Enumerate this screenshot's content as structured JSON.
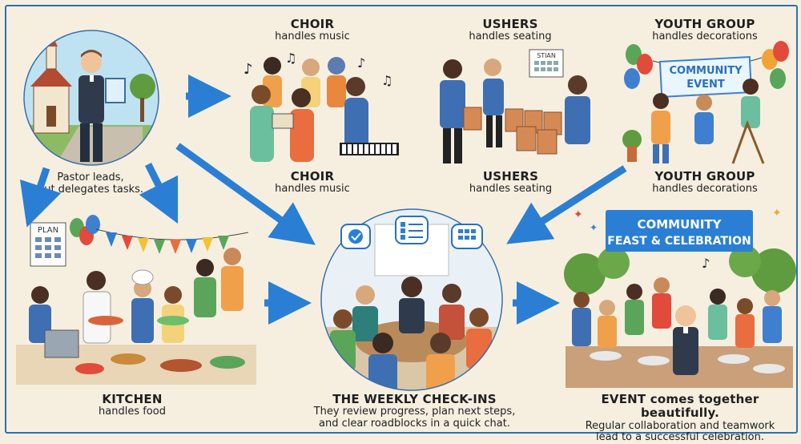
{
  "groups": {
    "choir": {
      "title": "CHOIR",
      "subtitle": "handles music"
    },
    "ushers": {
      "title": "USHERS",
      "subtitle": "handles seating"
    },
    "youth": {
      "title": "YOUTH GROUP",
      "subtitle": "handles decorations"
    },
    "kitchen": {
      "title": "KITCHEN",
      "subtitle": "handles food"
    }
  },
  "pastor": {
    "caption_line1": "Pastor leads,",
    "caption_line2": "but delegates tasks."
  },
  "checkins": {
    "title": "THE WEEKLY CHECK-INS",
    "line1": "They review progress, plan next steps,",
    "line2": "and clear roadblocks in a quick chat."
  },
  "event": {
    "title": "EVENT comes together beautifully.",
    "line1": "Regular collaboration and teamwork",
    "line2": "lead to a successful celebration.",
    "banner_line1": "COMMUNITY",
    "banner_line2": "FEAST & CELEBRATION"
  },
  "youth_banner": {
    "line1": "COMMUNITY",
    "line2": "EVENT"
  },
  "ushers_sign": "STIAN",
  "kitchen_sign": "PLAN",
  "colors": {
    "arrow": "#2a7fd4",
    "frame": "#2f6fb3",
    "background": "#f6efe0"
  }
}
